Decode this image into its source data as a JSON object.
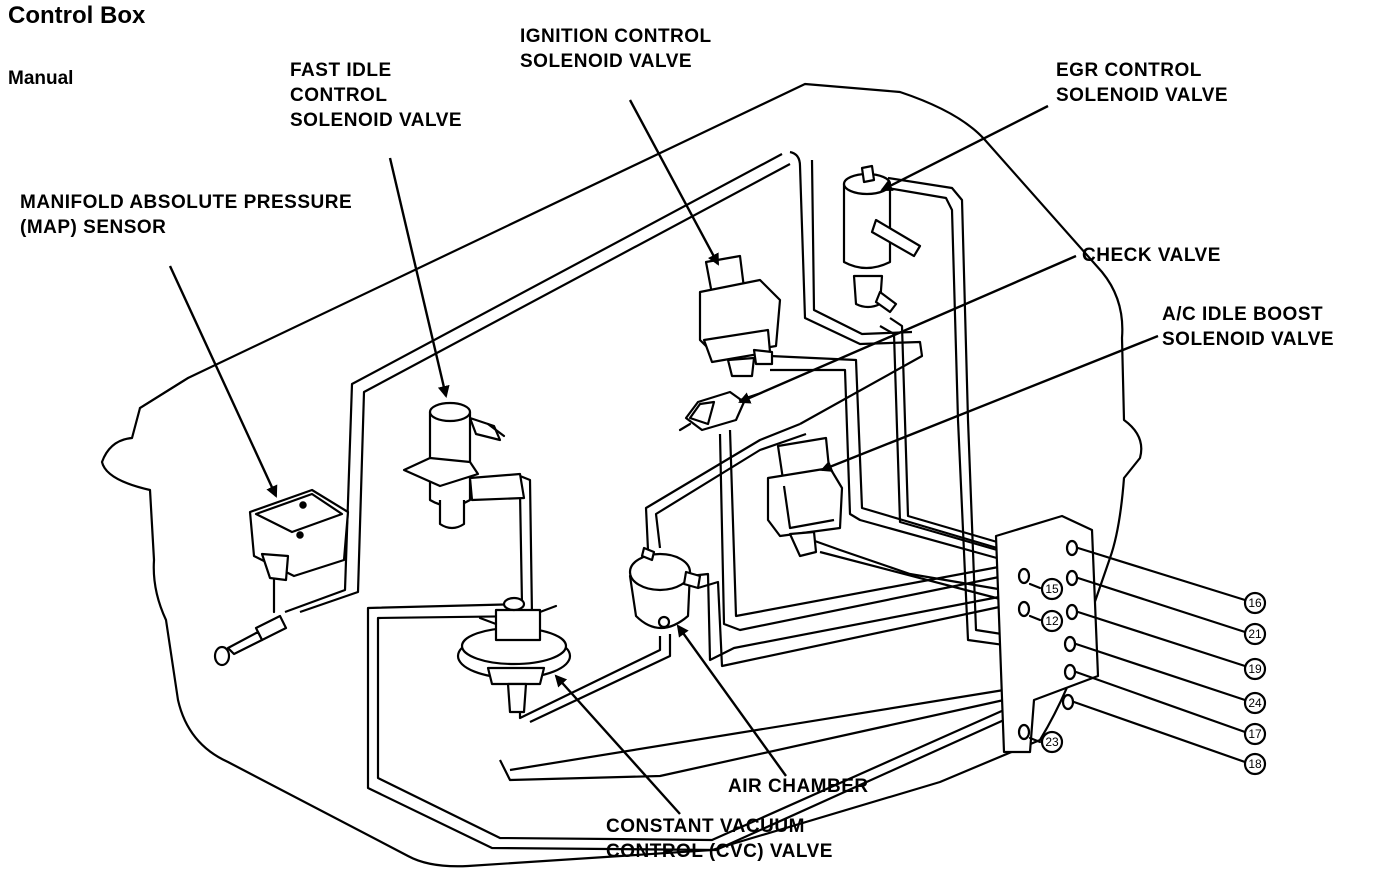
{
  "header": {
    "title": "Control Box",
    "subtitle": "Manual"
  },
  "labels": {
    "map_sensor": "MANIFOLD ABSOLUTE PRESSURE\n(MAP) SENSOR",
    "fast_idle": "FAST IDLE\nCONTROL\nSOLENOID VALVE",
    "ignition": "IGNITION CONTROL\nSOLENOID VALVE",
    "egr": "EGR CONTROL\nSOLENOID VALVE",
    "check_valve": "CHECK VALVE",
    "ac_idle": "A/C IDLE BOOST\nSOLENOID VALVE",
    "air_chamber": "AIR CHAMBER",
    "cvc": "CONSTANT VACUUM\nCONTROL (CVC) VALVE"
  },
  "ports": {
    "p15": "15",
    "p12": "12",
    "p23": "23",
    "p16": "16",
    "p21": "21",
    "p19": "19",
    "p24": "24",
    "p17": "17",
    "p18": "18"
  }
}
